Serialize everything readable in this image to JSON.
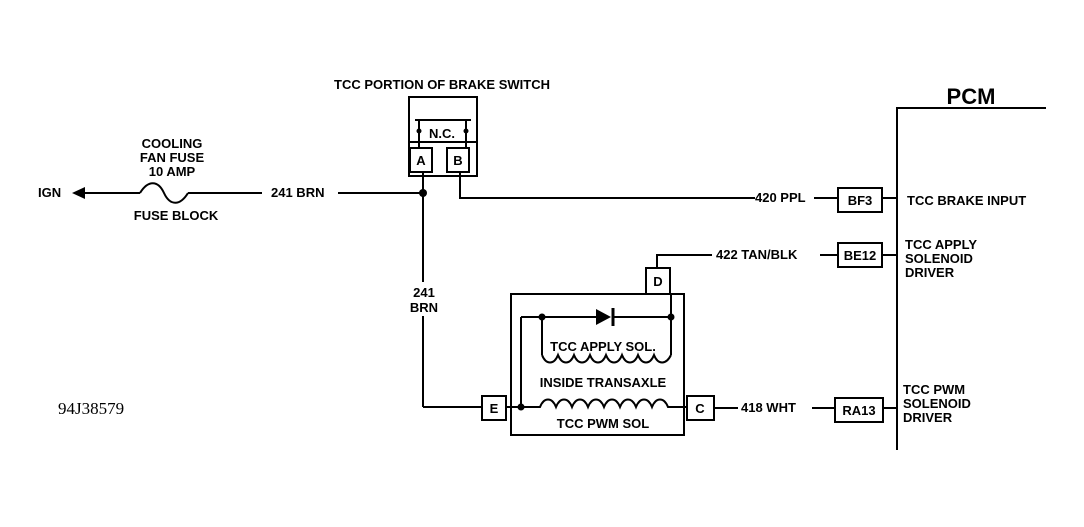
{
  "brake_switch": {
    "title": "TCC PORTION OF BRAKE SWITCH",
    "contact_label": "N.C.",
    "pin_a": "A",
    "pin_b": "B"
  },
  "fuse": {
    "line1": "COOLING",
    "line2": "FAN FUSE",
    "line3": "10 AMP",
    "block": "FUSE BLOCK"
  },
  "ign": "IGN",
  "wires": {
    "w241": "241 BRN",
    "w241_top": "241",
    "w241_bottom": "BRN",
    "w420": "420 PPL",
    "w422": "422 TAN/BLK",
    "w418": "418 WHT"
  },
  "pcm": {
    "title": "PCM",
    "bf3": "BF3",
    "be12": "BE12",
    "ra13": "RA13",
    "brake_input": "TCC BRAKE INPUT",
    "apply_l1": "TCC APPLY",
    "apply_l2": "SOLENOID",
    "apply_l3": "DRIVER",
    "pwm_l1": "TCC PWM",
    "pwm_l2": "SOLENOID",
    "pwm_l3": "DRIVER"
  },
  "transaxle": {
    "pin_d": "D",
    "pin_e": "E",
    "pin_c": "C",
    "apply_sol": "TCC APPLY SOL.",
    "inside": "INSIDE TRANSAXLE",
    "pwm_sol": "TCC PWM SOL"
  },
  "figure_code": "94J38579"
}
